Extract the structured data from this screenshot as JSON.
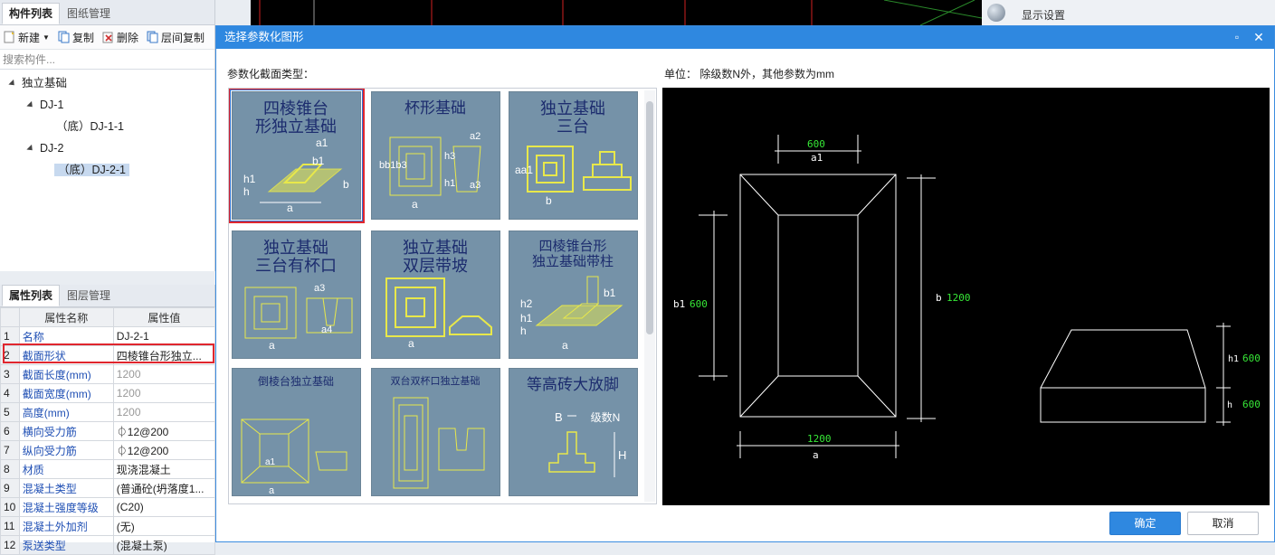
{
  "component_panel": {
    "tabs": [
      "构件列表",
      "图纸管理"
    ],
    "toolbar": {
      "new": "新建",
      "copy": "复制",
      "delete": "删除",
      "floor_copy": "层间复制"
    },
    "search_placeholder": "搜索构件...",
    "tree": {
      "root": "独立基础",
      "dj1": "DJ-1",
      "dj1_child": "（底）DJ-1-1",
      "dj2": "DJ-2",
      "dj2_child": "（底）DJ-2-1"
    }
  },
  "property_panel": {
    "tabs": [
      "属性列表",
      "图层管理"
    ],
    "headers": [
      "属性名称",
      "属性值"
    ],
    "rows": [
      {
        "no": "1",
        "name": "名称",
        "value": "DJ-2-1"
      },
      {
        "no": "2",
        "name": "截面形状",
        "value": "四棱锥台形独立..."
      },
      {
        "no": "3",
        "name": "截面长度(mm)",
        "value": "1200"
      },
      {
        "no": "4",
        "name": "截面宽度(mm)",
        "value": "1200"
      },
      {
        "no": "5",
        "name": "高度(mm)",
        "value": "1200"
      },
      {
        "no": "6",
        "name": "横向受力筋",
        "value": "⏀12@200"
      },
      {
        "no": "7",
        "name": "纵向受力筋",
        "value": "⏀12@200"
      },
      {
        "no": "8",
        "name": "材质",
        "value": "现浇混凝土"
      },
      {
        "no": "9",
        "name": "混凝土类型",
        "value": "(普通砼(坍落度1..."
      },
      {
        "no": "10",
        "name": "混凝土强度等级",
        "value": "(C20)"
      },
      {
        "no": "11",
        "name": "混凝土外加剂",
        "value": "(无)"
      },
      {
        "no": "12",
        "name": "泵送类型",
        "value": "(混凝土泵)"
      }
    ]
  },
  "right_panel": {
    "title": "显示设置"
  },
  "dialog": {
    "title": "选择参数化图形",
    "type_label": "参数化截面类型：",
    "unit_label": "单位：  除级数N外，其他参数为mm",
    "ok": "确定",
    "cancel": "取消",
    "thumbs": [
      {
        "l1": "四棱锥台",
        "l2": "形独立基础"
      },
      {
        "l1": "杯形基础",
        "l2": ""
      },
      {
        "l1": "独立基础",
        "l2": "三台"
      },
      {
        "l1": "独立基础",
        "l2": "三台有杯口"
      },
      {
        "l1": "独立基础",
        "l2": "双层带坡"
      },
      {
        "l1": "四棱锥台形",
        "l2": "独立基础带柱"
      },
      {
        "l1": "倒棱台独立基础",
        "l2": ""
      },
      {
        "l1": "双台双杯口独立基础",
        "l2": ""
      },
      {
        "l1": "等高砖大放脚",
        "l2": "级数N"
      }
    ],
    "preview": {
      "a1": "a1",
      "a1_val": "600",
      "b1": "b1",
      "b1_val": "600",
      "b": "b",
      "b_val": "1200",
      "a": "a",
      "a_val": "1200",
      "h1": "h1",
      "h1_val": "600",
      "h": "h",
      "h_val": "600"
    }
  },
  "colors": {
    "accent": "#2f88e0",
    "highlight": "#e0262e",
    "thumb_bg": "#7592a8",
    "drawing_yellow": "#e8e84a",
    "value_green": "#37e837"
  }
}
